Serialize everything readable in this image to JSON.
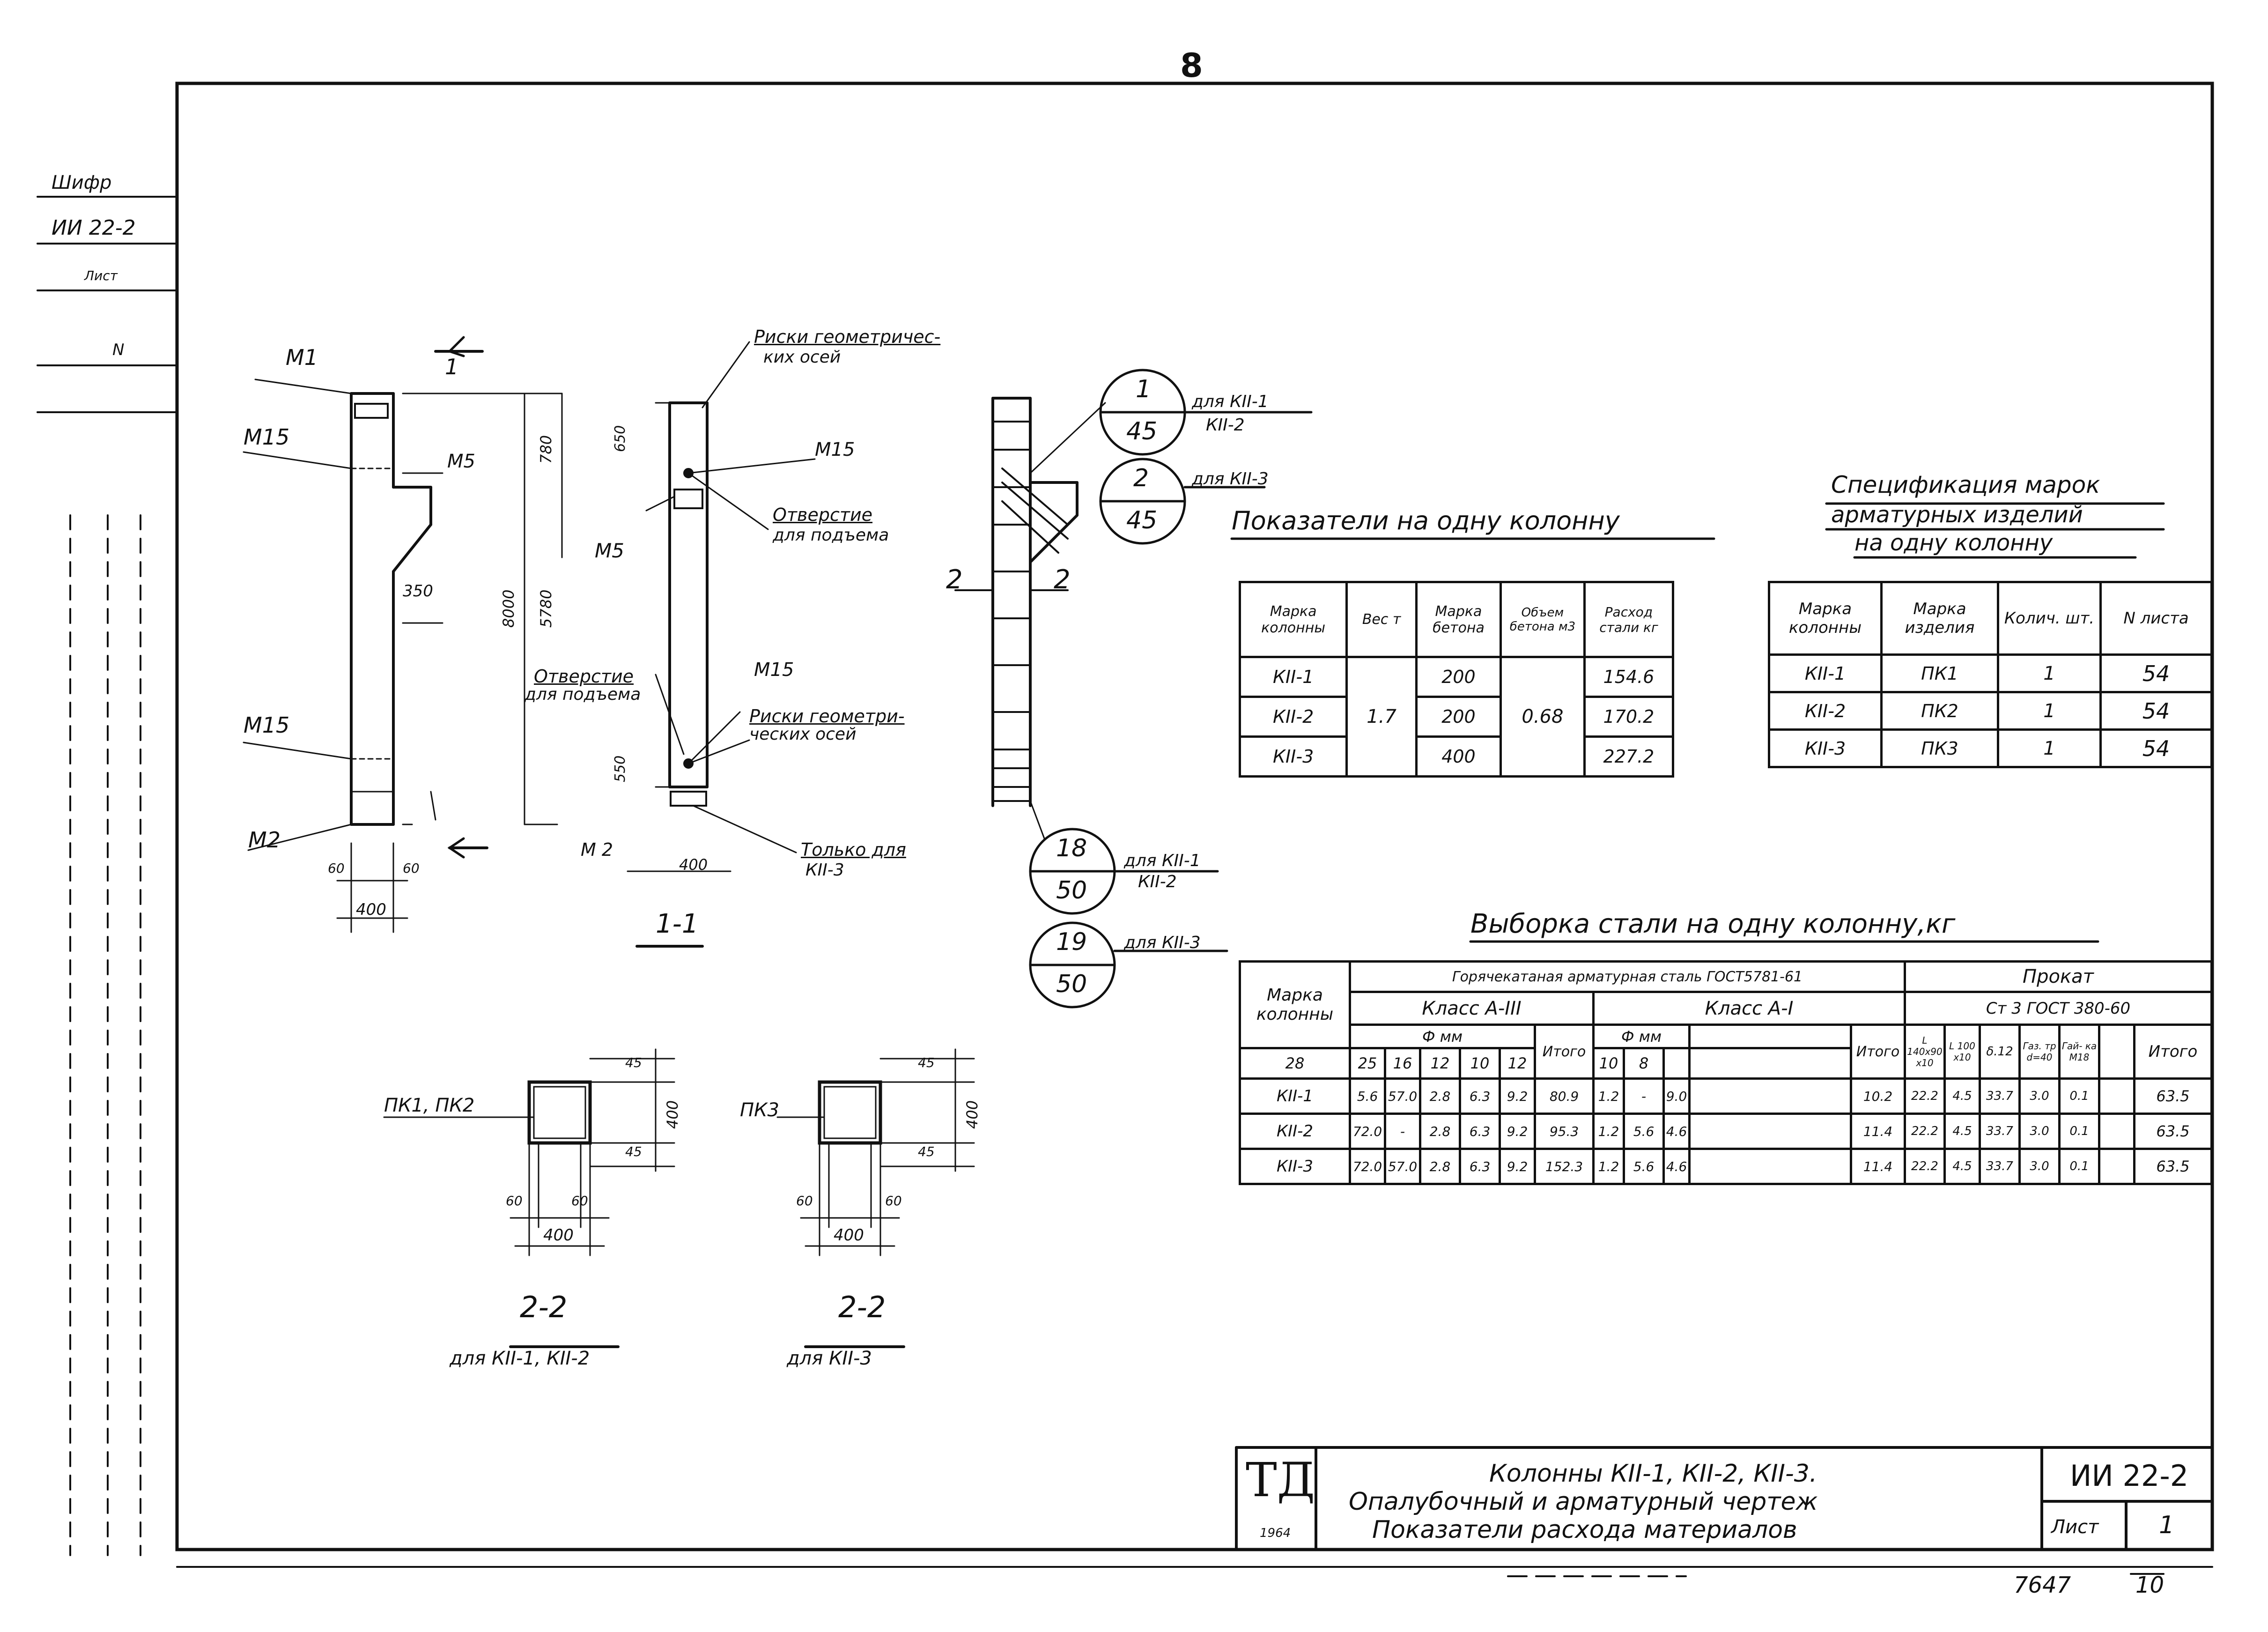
{
  "page_number": "8",
  "side_stamp": {
    "code_label": "Шифр",
    "code_value": "ИИ 22-2",
    "sheet_label": "Лист",
    "n_label": "N"
  },
  "drawing_labels": {
    "m1": "М1",
    "m15a": "М15",
    "m5a": "М5",
    "m15b": "М15",
    "m2a": "М2",
    "section_mark_1": "1",
    "dim_350": "350",
    "dim_8000": "8000",
    "dim_5780": "5780",
    "dim_780": "780",
    "dim_400a": "400",
    "dim_60a": "60",
    "dim_60b": "60",
    "hole_note_a": "Отверстие",
    "hole_note_a2": "для подъема",
    "risk_note_a": "Риски геометричес-",
    "risk_note_a2": "ких осей",
    "m15c": "М15",
    "m5b": "М5",
    "hole_note_b": "Отверстие",
    "hole_note_b2": "для подъема",
    "m15d": "М15",
    "risk_note_b": "Риски геометри-",
    "risk_note_b2": "ческих осей",
    "dim_650": "650",
    "dim_550": "550",
    "dim_400b": "400",
    "m2b": "М 2",
    "only_note": "Только для",
    "only_note2": "КII-3",
    "section_1_1": "1-1",
    "sec22_label": "2",
    "sec22_label_b": "2"
  },
  "callouts": [
    {
      "num": "1",
      "sheet": "45",
      "note1": "для КII-1",
      "note2": "КII-2"
    },
    {
      "num": "2",
      "sheet": "45",
      "note1": "для КII-3",
      "note2": ""
    },
    {
      "num": "18",
      "sheet": "50",
      "note1": "для КII-1",
      "note2": "КII-2"
    },
    {
      "num": "19",
      "sheet": "50",
      "note1": "для КII-3",
      "note2": ""
    }
  ],
  "indicators": {
    "title": "Показатели на одну колонну",
    "headers": [
      "Марка колонны",
      "Вес т",
      "Марка бетона",
      "Объем бетона м3",
      "Расход стали кг"
    ],
    "rows": [
      [
        "КII-1",
        "200",
        "154.6"
      ],
      [
        "КII-2",
        "200",
        "170.2"
      ],
      [
        "КII-3",
        "400",
        "227.2"
      ]
    ],
    "weight": "1.7",
    "volume": "0.68"
  },
  "specification": {
    "title1": "Спецификация марок",
    "title2": "арматурных изделий",
    "title3": "на одну колонну",
    "headers": [
      "Марка колонны",
      "Марка изделия",
      "Колич. шт.",
      "N листа"
    ],
    "rows": [
      [
        "КII-1",
        "ПК1",
        "1",
        "54"
      ],
      [
        "КII-2",
        "ПК2",
        "1",
        "54"
      ],
      [
        "КII-3",
        "ПК3",
        "1",
        "54"
      ]
    ]
  },
  "steel": {
    "title": "Выборка стали на одну колонну,кг",
    "h_mark": "Марка колонны",
    "h_hot": "Горячекатаная арматурная сталь ГОСТ5781-61",
    "h_rolled": "Прокат",
    "h_rolled_std": "Ст 3   ГОСТ 380-60",
    "h_class3": "Класс А-III",
    "h_class1": "Класс А-I",
    "h_phi": "Ф мм",
    "h_phi2": "Ф мм",
    "h_total": "Итого",
    "h_total2": "Итого",
    "h_total3": "Итого",
    "d3": [
      "28",
      "25",
      "16",
      "12",
      "10"
    ],
    "d1": [
      "12",
      "10",
      "8"
    ],
    "rolled_cols": [
      "L 140x90 x10",
      "L 100 x10",
      "δ.12",
      "Газ. тр d=40",
      "Гай- ка М18"
    ],
    "rows": [
      [
        "КII-1",
        "5.6",
        "57.0",
        "2.8",
        "6.3",
        "9.2",
        "80.9",
        "1.2",
        "-",
        "9.0",
        "10.2",
        "22.2",
        "4.5",
        "33.7",
        "3.0",
        "0.1",
        "63.5"
      ],
      [
        "КII-2",
        "72.0",
        "-",
        "2.8",
        "6.3",
        "9.2",
        "95.3",
        "1.2",
        "5.6",
        "4.6",
        "11.4",
        "22.2",
        "4.5",
        "33.7",
        "3.0",
        "0.1",
        "63.5"
      ],
      [
        "КII-3",
        "72.0",
        "57.0",
        "2.8",
        "6.3",
        "9.2",
        "152.3",
        "1.2",
        "5.6",
        "4.6",
        "11.4",
        "22.2",
        "4.5",
        "33.7",
        "3.0",
        "0.1",
        "63.5"
      ]
    ]
  },
  "sections": [
    {
      "label": "ПК1, ПК2",
      "title": "2-2",
      "subtitle": "для КII-1, КII-2",
      "d45a": "45",
      "d45b": "45",
      "d400v": "400",
      "d60a": "60",
      "d60b": "60",
      "d400h": "400"
    },
    {
      "label": "ПК3",
      "title": "2-2",
      "subtitle": "для КII-3",
      "d45a": "45",
      "d45b": "45",
      "d400v": "400",
      "d60a": "60",
      "d60b": "60",
      "d400h": "400"
    }
  ],
  "title_block": {
    "logo": "ТД",
    "logo_sub": "1964",
    "line1": "Колонны КII-1, КII-2, КII-3.",
    "line2": "Опалубочный и арматурный чертеж",
    "line3": "Показатели расхода материалов",
    "code": "ИИ 22-2",
    "sheet_label": "Лист",
    "sheet_num": "1"
  },
  "bottom": {
    "left_num": "7647",
    "right_num": "10"
  }
}
